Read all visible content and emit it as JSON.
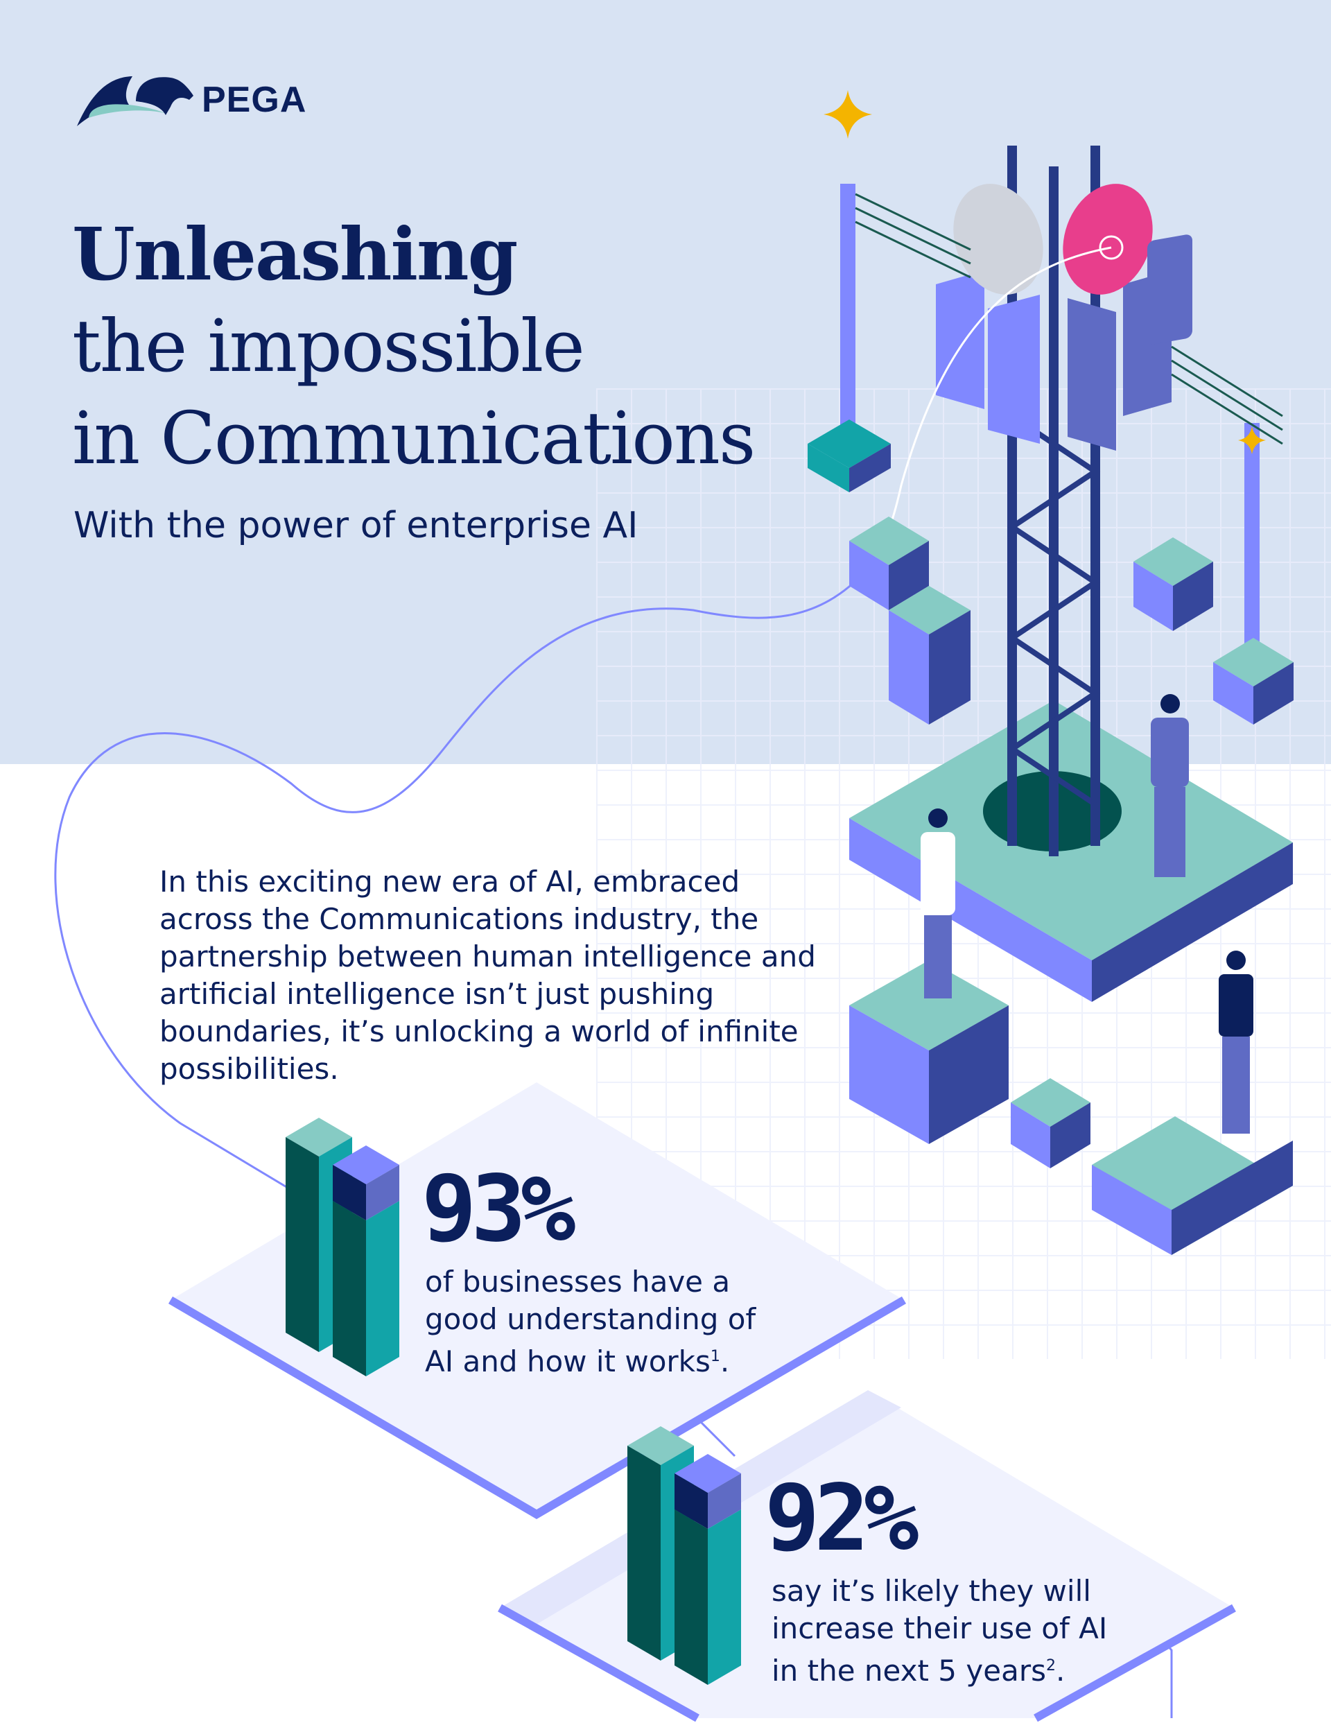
{
  "brand": {
    "name": "PEGA"
  },
  "hero": {
    "title_lines": [
      "Unleashing",
      "the impossible",
      "in Communications"
    ],
    "subtitle": "With the power of enterprise AI"
  },
  "intro": "In this exciting new era of AI, embraced across the Communications industry, the partnership between human intelligence and artificial intelligence isn’t just pushing boundaries, it’s unlocking a world of infinite possibilities.",
  "stats": [
    {
      "value": "93%",
      "text": "of businesses have a good understanding of AI and how it works",
      "footnote": "1"
    },
    {
      "value": "92%",
      "text": "say it’s likely they will increase their use of AI in the next 5 years",
      "footnote": "2"
    }
  ],
  "colors": {
    "navy": "#0b1f5c",
    "hero_bg": "#d8e3f3",
    "periwinkle": "#8088ff",
    "teal": "#12a4a8",
    "mint": "#86cbc4",
    "pink": "#e83e8c",
    "gold": "#f4b400"
  }
}
